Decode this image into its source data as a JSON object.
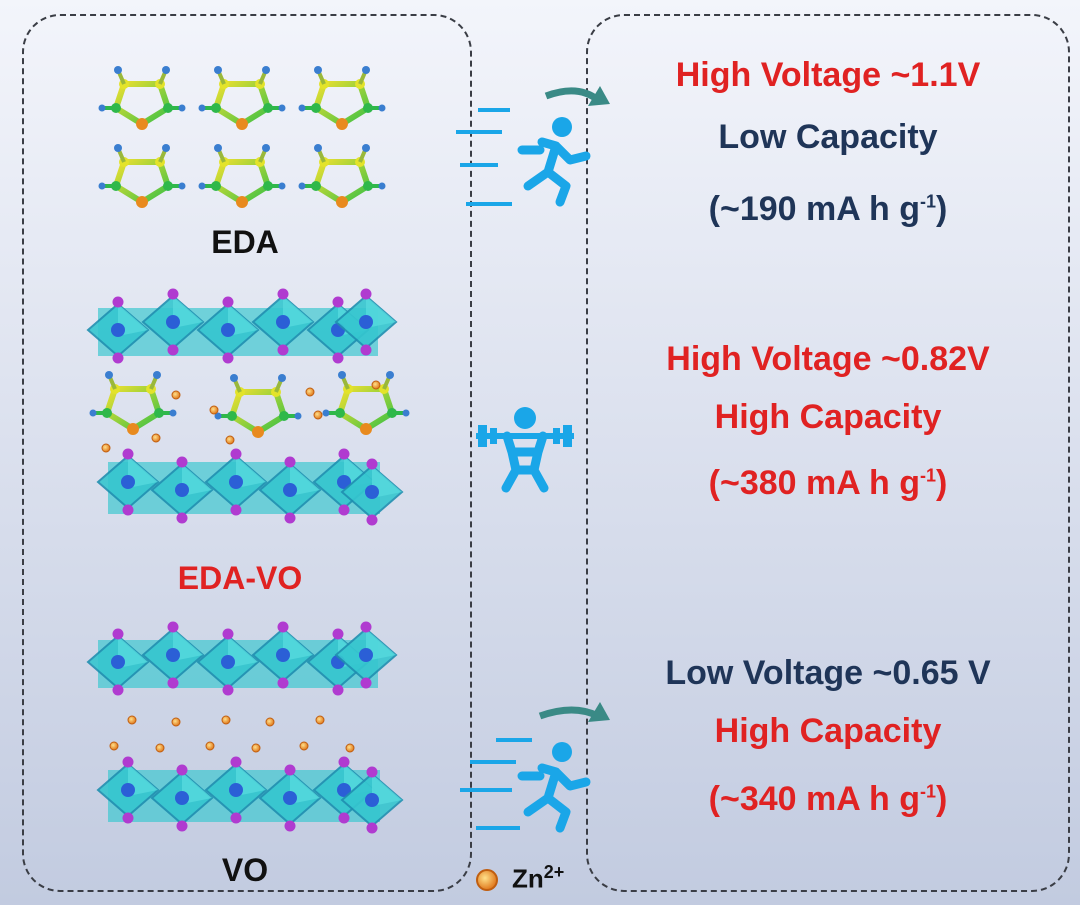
{
  "colors": {
    "red": "#e02222",
    "navy": "#1f3558",
    "black": "#111111",
    "accent": "#1aa6e8"
  },
  "left": {
    "label_eda": "EDA",
    "label_eda_vo": "EDA-VO",
    "label_vo": "VO"
  },
  "right": {
    "block1": {
      "voltage": "High Voltage  ~1.1V",
      "capacity": "Low Capacity",
      "value": "(~190 mA h g",
      "sup": "-1",
      "close": ")"
    },
    "block2": {
      "voltage": "High Voltage  ~0.82V",
      "capacity": "High Capacity",
      "value": "(~380 mA h g",
      "sup": "-1",
      "close": ")"
    },
    "block3": {
      "voltage": "Low Voltage  ~0.65 V",
      "capacity": "High Capacity",
      "value": "(~340 mA h g",
      "sup": "-1",
      "close": ")"
    }
  },
  "legend": {
    "label": "Zn",
    "sup": "2+"
  },
  "icons": {
    "top": "running-person-icon",
    "middle": "weightlifter-icon",
    "bottom": "running-person-icon",
    "arrow": "curved-arrow-icon"
  }
}
